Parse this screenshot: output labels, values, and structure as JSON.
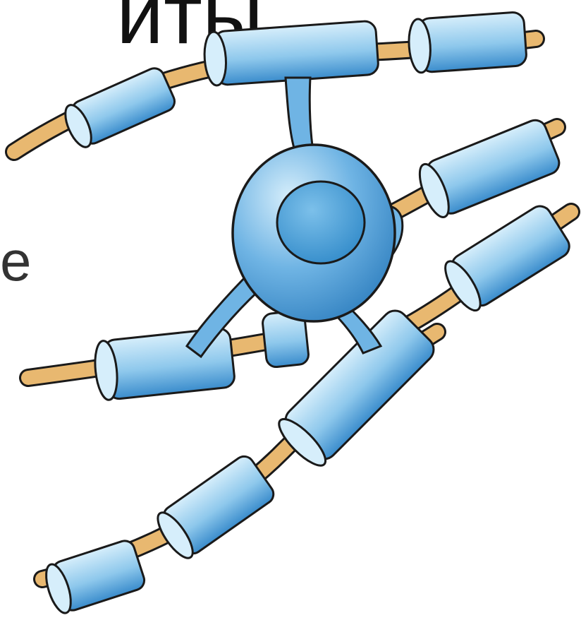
{
  "slide": {
    "title_fragment": "иты",
    "body_fragment": "е"
  },
  "figure": {
    "subject": "oligodendrocyte-myelinating-axons",
    "colors": {
      "sheath_fill": "#8ec8ec",
      "sheath_dark": "#3a8ccc",
      "sheath_light": "#d6eefb",
      "axon": "#e8b870",
      "outline": "#1a1a1a",
      "background": "#ffffff"
    }
  }
}
